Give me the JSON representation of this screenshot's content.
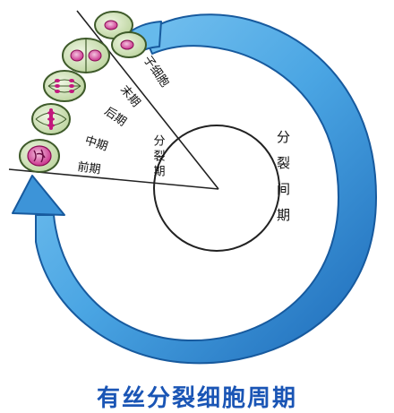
{
  "phases": {
    "daughter_cells": "子细胞",
    "telophase": "末期",
    "anaphase": "后期",
    "metaphase": "中期",
    "prophase": "前期",
    "mitotic_phase": "分裂期",
    "interphase": "分裂间期"
  },
  "title": "有丝分裂细胞周期",
  "colors": {
    "arrow_dark": "#1c69b8",
    "arrow_light": "#5fb6ec",
    "cell_fill": "#cfe0b6",
    "cell_stroke": "#3e5a2a",
    "chromosome": "#c2187d",
    "title": "#1a55b5"
  }
}
